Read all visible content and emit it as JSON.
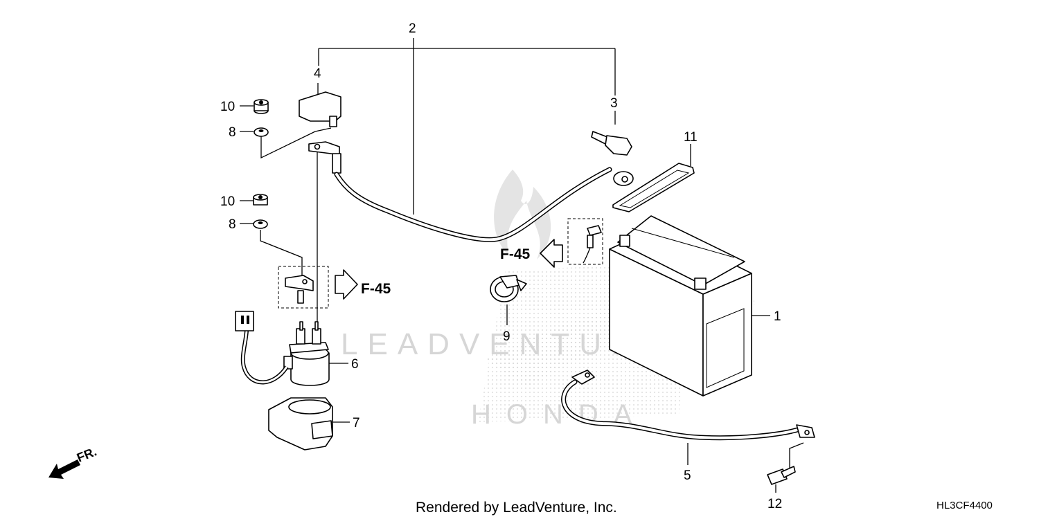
{
  "watermark": {
    "brand": "LEADVENTURE",
    "maker": "HONDA"
  },
  "callouts": {
    "c1": "1",
    "c2": "2",
    "c3": "3",
    "c4": "4",
    "c5": "5",
    "c6": "6",
    "c7": "7",
    "c8a": "8",
    "c8b": "8",
    "c9": "9",
    "c10a": "10",
    "c10b": "10",
    "c11": "11",
    "c12": "12"
  },
  "references": {
    "ref_left": "F-45",
    "ref_right": "F-45"
  },
  "direction_label": "FR.",
  "footer": {
    "rendered_by": "Rendered by LeadVenture, Inc.",
    "diagram_code": "HL3CF4400"
  }
}
